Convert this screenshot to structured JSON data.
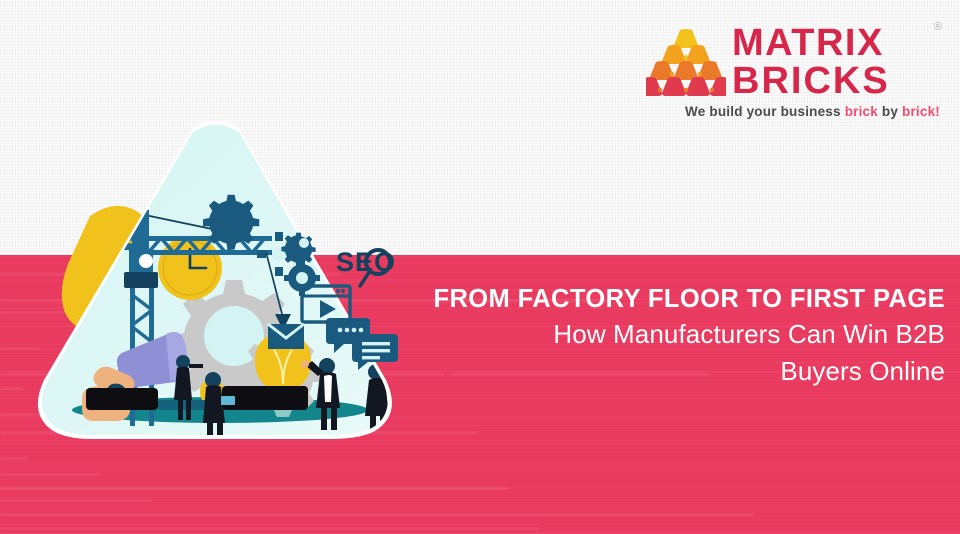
{
  "brand": {
    "logo_line1": "MATRIX",
    "logo_line2": "BRICKS",
    "registered_mark": "®",
    "tagline_plain1": "We build your business ",
    "tagline_accent1": "brick",
    "tagline_plain2": " by ",
    "tagline_accent2": "brick!",
    "logo_color": "#d6264a",
    "tagline_accent_color": "#ef4e6f",
    "pyramid_colors": [
      "#f1c21b",
      "#f3a21d",
      "#ea7a2a",
      "#e03a4e"
    ]
  },
  "headline": {
    "title": "FROM FACTORY FLOOR TO FIRST PAGE",
    "subtitle_line1": "How Manufacturers Can Win B2B",
    "subtitle_line2": "Buyers Online"
  },
  "theme": {
    "pink": "#e93a5f",
    "cyan": "#d6f4f3",
    "yellow": "#f1c21b",
    "navy": "#1c5b7e",
    "deep_navy": "#13415e",
    "gray_gear": "#c9c9c9",
    "teal_ground": "#128a8f",
    "purple": "#8f8fd6",
    "white": "#ffffff"
  },
  "illustration": {
    "name": "seo-construction-illustration",
    "seo_label": "SEO",
    "elements": [
      "crane",
      "clock",
      "gears",
      "lightbulb",
      "megaphone",
      "hand",
      "business-people",
      "video-player-icon",
      "email-icon",
      "chat-bubbles-icon",
      "search-magnifier-icon",
      "yellow-blob",
      "rounded-triangle"
    ]
  }
}
